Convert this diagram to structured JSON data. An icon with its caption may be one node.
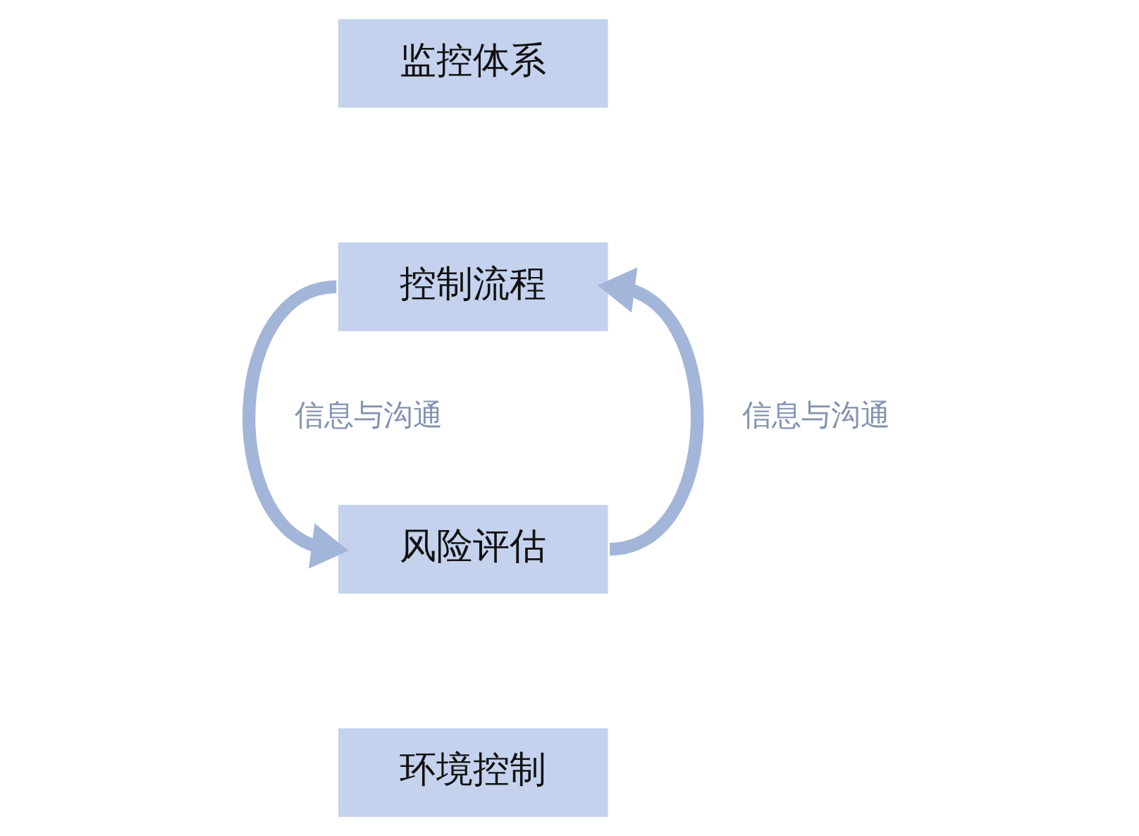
{
  "diagram": {
    "nodes": [
      {
        "text": [
          "监控体系"
        ]
      },
      {
        "text": [
          "控制流程"
        ]
      },
      {
        "text": [
          "风险评估"
        ]
      },
      {
        "text": [
          "环境控制"
        ]
      }
    ],
    "edges": [
      {
        "from": 1,
        "to": 2,
        "arrow": "to",
        "label": "信息与沟通"
      },
      {
        "from": 2,
        "to": 1,
        "arrow": "to",
        "label": "信息与沟通"
      }
    ]
  }
}
